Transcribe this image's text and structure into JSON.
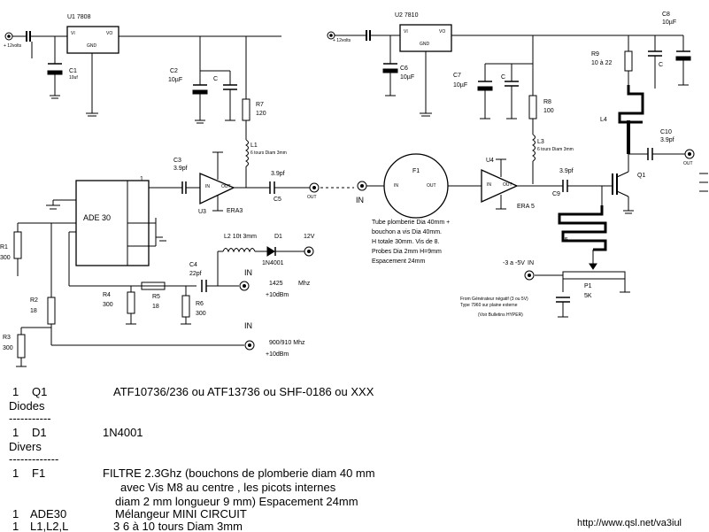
{
  "left_chain": {
    "supply_in": "+ 12volts",
    "u1_label": "U1 7808",
    "u1_pins": {
      "vi": "VI",
      "vo": "VO",
      "gnd": "GND"
    },
    "c1": "C1",
    "c1_val": "10uf",
    "c2": "C2",
    "c2_val": "10µF",
    "c_small": "C",
    "r7": "R7",
    "r7_val": "120",
    "l1": "L1",
    "l1_note": "6 tours Diam 3mm",
    "c3": "C3",
    "c3_val": "3.9pf",
    "era3": "ERA3",
    "u3": "U3",
    "in_pin": "IN",
    "out_pin": "OUT",
    "c5": "C5",
    "c5_val": "3.9pf",
    "out_label": "OUT",
    "ade": "ADE 30",
    "r1": "R1",
    "r1_val": "300",
    "r2": "R2",
    "r2_val": "18",
    "r3": "R3",
    "r3_val": "300",
    "r4": "R4",
    "r4_val": "300",
    "r5": "R5",
    "r5_val": "18",
    "r6": "R6",
    "r6_val": "300",
    "c4": "C4",
    "c4_val": "22pf",
    "l2": "L2 10t 3mm",
    "d1": "D1",
    "d1_val": "1N4001",
    "v12": "12V",
    "in1": "IN",
    "freq1": "1425",
    "freq1_unit": "Mhz",
    "pwr1": "+10dBm",
    "in2": "IN",
    "freq2": "900/910 Mhz",
    "pwr2": "+10dBm",
    "pin1": "1"
  },
  "right_chain": {
    "supply_in": "+ 12volts",
    "u2_label": "U2 7810",
    "u2_pins": {
      "vi": "VI",
      "vo": "VO",
      "gnd": "GND"
    },
    "c6": "C6",
    "c6_val": "10µF",
    "c7": "C7",
    "c7_val": "10µF",
    "c_small": "C",
    "c8": "C8",
    "c8_val": "10µF",
    "r8": "R8",
    "r8_val": "100",
    "r9": "R9",
    "r9_val": "10 à 22",
    "l3": "L3",
    "l3_note": "6 tours Diam 3mm",
    "l4": "L4",
    "l5": "L5",
    "f1": "F1",
    "f1_in": "IN",
    "f1_out": "OUT",
    "f1_desc": [
      "Tube plomberie Dia 40mm +",
      "bouchon a vis Dia 40mm.",
      "H totale 30mm. Vis de 8.",
      "Probes Dia 2mm H=9mm",
      "Espacement 24mm"
    ],
    "u4": "U4",
    "era5": "ERA 5",
    "c9": "C9",
    "c9_val": "3.9pf",
    "c10": "C10",
    "c10_val": "3.9pf",
    "q1": "Q1",
    "out_label": "OUT",
    "bias_in": "-3 a -5V",
    "bias_in_pin": "IN",
    "p1": "P1",
    "p1_val": "5K",
    "note": [
      "From Générateur négatif (3 ou 5V)",
      "Type 7960 sur plaine externe"
    ],
    "note2": "(Voir Bulletins HYPER)",
    "in_label": "IN"
  },
  "parts_list": {
    "q1_line": {
      "qty": "1",
      "ref": "Q1",
      "desc": "ATF10736/236 ou ATF13736 ou SHF-0186 ou XXX"
    },
    "diodes_header": "Diodes",
    "sep1": "-----------",
    "d1_line": {
      "qty": "1",
      "ref": "D1",
      "desc": "1N4001"
    },
    "divers_header": "Divers",
    "sep2": "-------------",
    "f1_line": {
      "qty": "1",
      "ref": "F1",
      "desc": "FILTRE 2.3Ghz  (bouchons de plomberie diam 40 mm"
    },
    "f1_cont1": "avec Vis M8 au  centre , les picots internes",
    "f1_cont2": "diam 2 mm longueur 9 mm) Espacement 24mm",
    "ade_line": {
      "qty": "1",
      "ref": "ADE30",
      "desc": "Mélangeur MINI CIRCUIT"
    },
    "l_line": {
      "qty": "1",
      "ref": "L1,L2,L",
      "desc": "3 6 à 10 tours Diam 3mm"
    }
  },
  "footer_url": "http://www.qsl.net/va3iul"
}
